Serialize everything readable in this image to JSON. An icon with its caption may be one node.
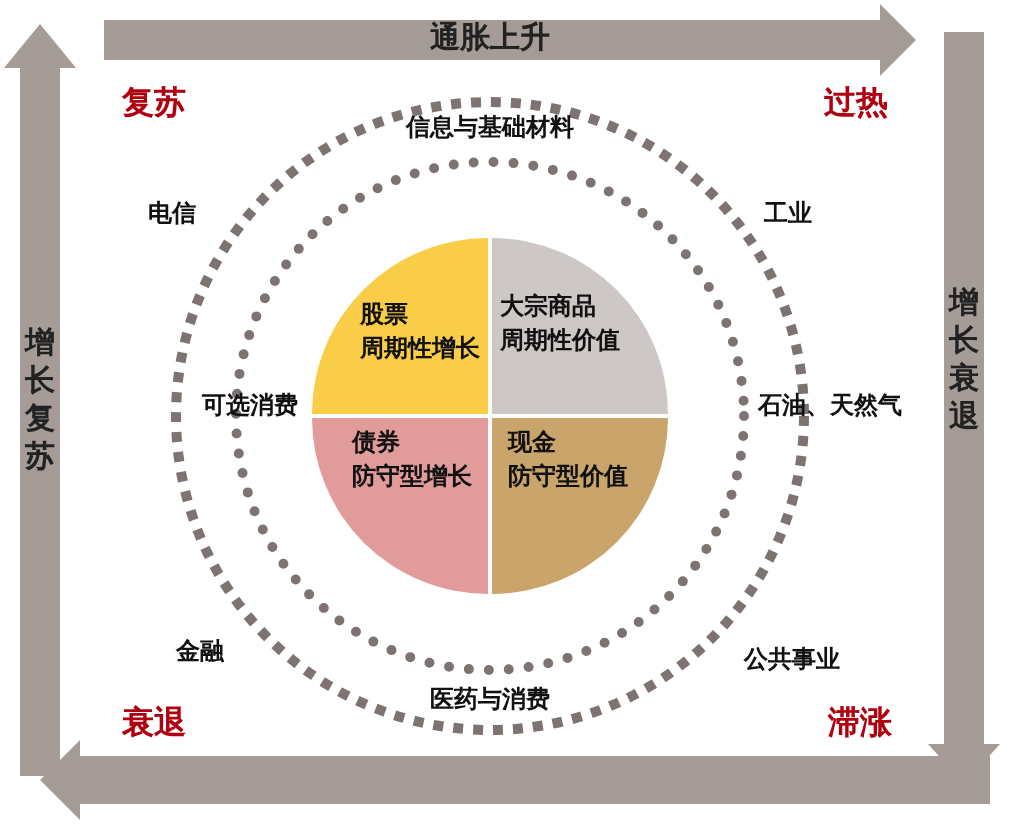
{
  "diagram": {
    "nodes": [
      {
        "text": [
          "股票",
          "周期性增长"
        ]
      },
      {
        "text": [
          "大宗商品",
          "周期性价值"
        ]
      },
      {
        "text": [
          "债券",
          "防守型增长"
        ]
      },
      {
        "text": [
          "现金",
          "防守型价值"
        ]
      }
    ],
    "edges": [],
    "labels": [
      "通胀上升",
      "复苏",
      "过热",
      "信息与基础材料",
      "电信",
      "工业",
      "增长复苏",
      "可选消费",
      "石油、天然气",
      "增长衰退",
      "金融",
      "公共事业",
      "医药与消费",
      "衰退",
      "滞涨"
    ]
  }
}
